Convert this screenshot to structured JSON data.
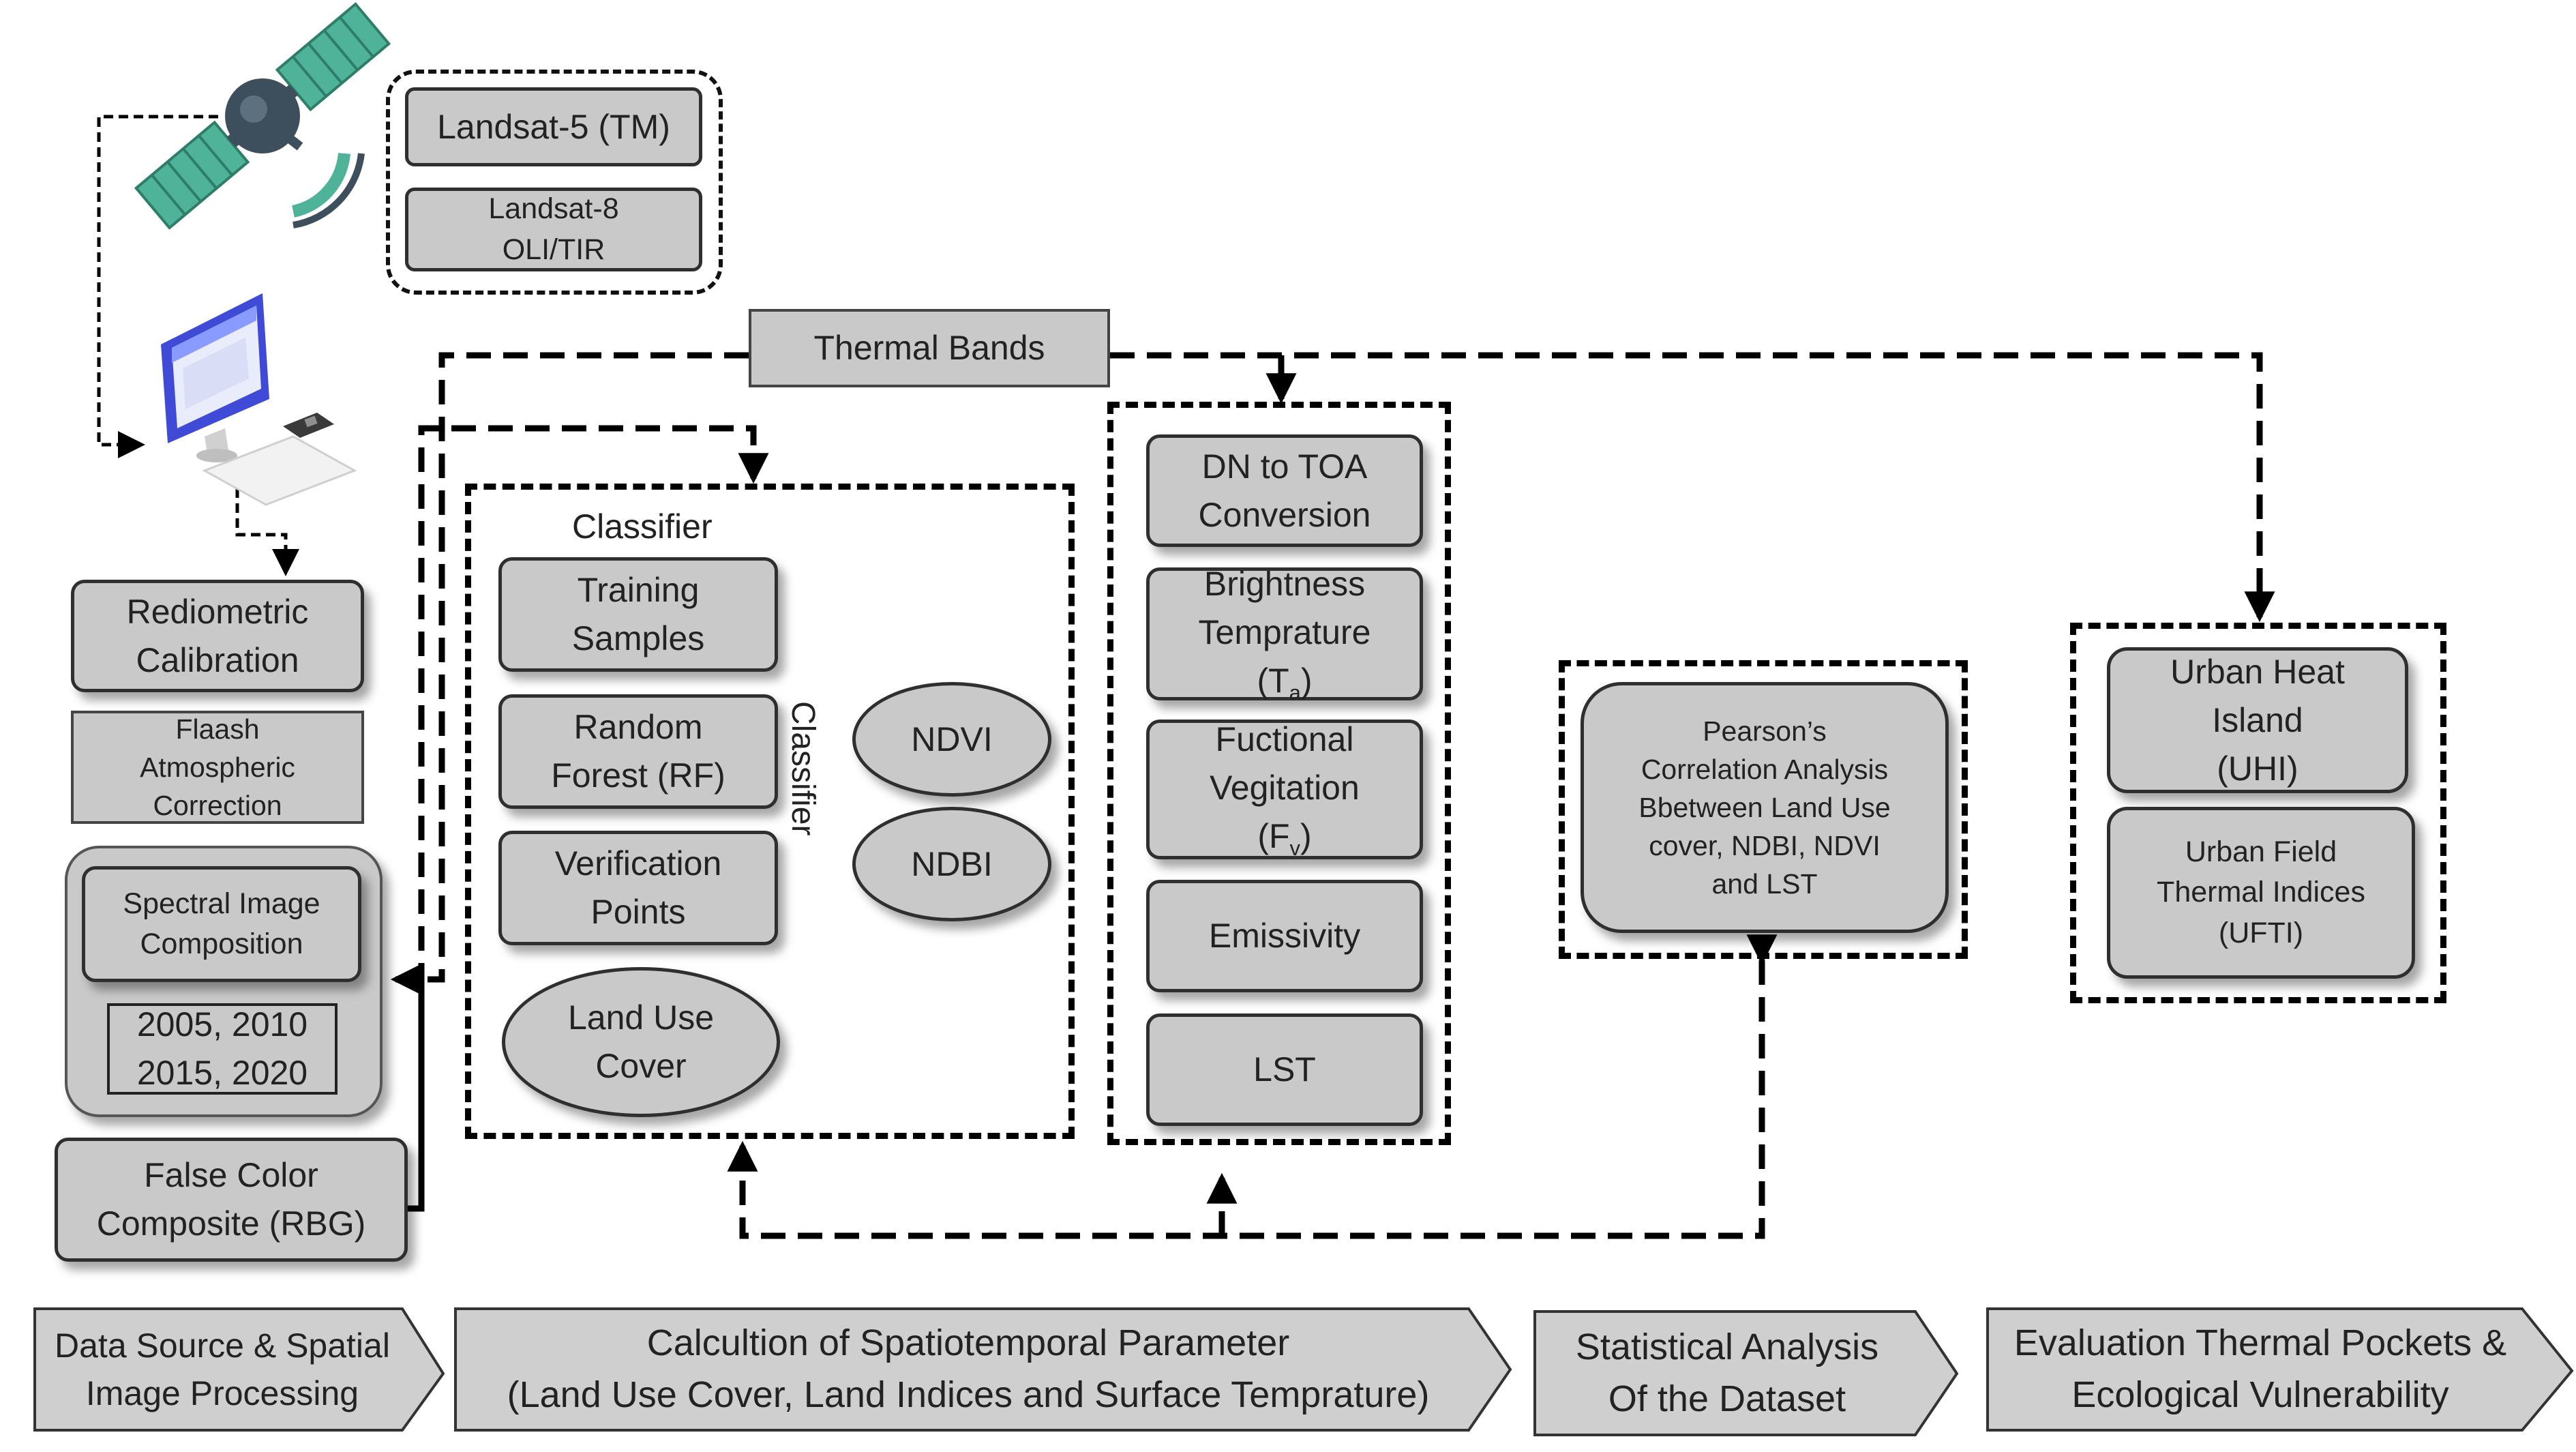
{
  "sources": {
    "landsat5": "Landsat-5 (TM)",
    "landsat8": [
      "Landsat-8",
      "OLI/TIR"
    ]
  },
  "thermal_bands": "Thermal Bands",
  "preprocessing": {
    "radiometric": [
      "Rediometric",
      "Calibration"
    ],
    "flaash": [
      "Flaash",
      "Atmospheric",
      "Correction"
    ],
    "spectral": [
      "Spectral Image",
      "Composition"
    ],
    "years": [
      "2005, 2010",
      "2015, 2020"
    ],
    "false_color": [
      "False Color",
      "Composite (RBG)"
    ]
  },
  "classifier_group": {
    "title": "Classifier",
    "side_label": "Classifier",
    "training": [
      "Training",
      "Samples"
    ],
    "rf": [
      "Random",
      "Forest (RF)"
    ],
    "verification": [
      "Verification",
      "Points"
    ],
    "land_use": [
      "Land Use",
      "Cover"
    ],
    "ndvi": "NDVI",
    "ndbi": "NDBI"
  },
  "lst_group": {
    "dn_toa": [
      "DN to TOA",
      "Conversion"
    ],
    "brightness": [
      "Brightness",
      "Temprature"
    ],
    "brightness_symbol": "T",
    "brightness_sub": "a",
    "fractional": [
      "Fuctional",
      "Vegitation"
    ],
    "fractional_symbol": "F",
    "fractional_sub": "v",
    "emissivity": "Emissivity",
    "lst": "LST"
  },
  "pearson": [
    "Pearson’s",
    "Correlation Analysis",
    "Bbetween  Land Use",
    "cover, NDBI,  NDVI",
    "and  LST"
  ],
  "uhi": [
    "Urban Heat",
    "Island",
    "(UHI)"
  ],
  "ufti": [
    "Urban Field",
    "Thermal  Indices",
    "(UFTI)"
  ],
  "stages": [
    {
      "lines": [
        "Data Source & Spatial",
        "Image Processing"
      ]
    },
    {
      "lines": [
        "Calcultion of Spatiotemporal Parameter",
        "(Land Use Cover, Land Indices and Surface Temprature)"
      ]
    },
    {
      "lines": [
        "Statistical Analysis",
        "Of the Dataset"
      ]
    },
    {
      "lines": [
        "Evaluation Thermal Pockets &",
        "Ecological Vulnerability"
      ]
    }
  ],
  "icons": [
    "satellite-icon",
    "computer-workstation-icon"
  ],
  "colors": {
    "box_fill": "#c9c9c9",
    "stage_fill": "#cfcfcf",
    "satellite_teal": "#4fb39a",
    "satellite_dark": "#3d4f5c"
  }
}
